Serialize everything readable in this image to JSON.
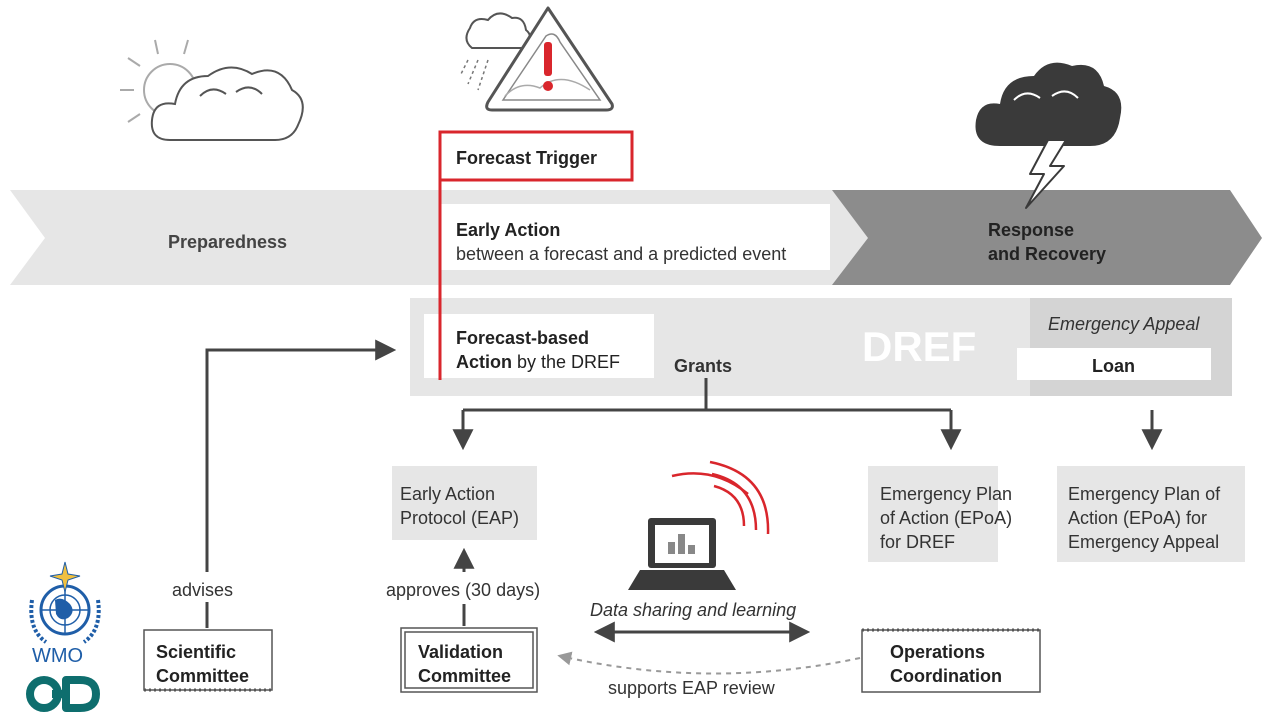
{
  "phases": {
    "preparedness": "Preparedness",
    "forecast_trigger": "Forecast Trigger",
    "early_action_title": "Early Action",
    "early_action_sub": "between a forecast and a predicted event",
    "response_line1": "Response",
    "response_line2": "and Recovery"
  },
  "dref": {
    "watermark": "DREF",
    "fba_line1": "Forecast-based",
    "fba_line2_bold": "Action",
    "fba_line2_rest": " by the DREF",
    "grants": "Grants",
    "emergency_appeal": "Emergency Appeal",
    "loan": "Loan"
  },
  "outputs": {
    "eap_line1": "Early Action",
    "eap_line2": "Protocol (EAP)",
    "epoa_dref_line1": "Emergency Plan",
    "epoa_dref_line2": "of Action (EPoA)",
    "epoa_dref_line3": "for DREF",
    "epoa_ea_line1": "Emergency Plan of",
    "epoa_ea_line2": "Action (EPoA) for",
    "epoa_ea_line3": "Emergency Appeal"
  },
  "committees": {
    "scientific_line1": "Scientific",
    "scientific_line2": "Committee",
    "validation_line1": "Validation",
    "validation_line2": "Committee",
    "operations_line1": "Operations",
    "operations_line2": "Coordination"
  },
  "relations": {
    "advises": "advises",
    "approves": "approves (30 days)",
    "data_sharing": "Data sharing and learning",
    "supports": "supports EAP review"
  },
  "logos": {
    "wmo": "WMO",
    "odi": "ODI"
  },
  "colors": {
    "red": "#d9262c",
    "band_light": "#e5e5e5",
    "band_dark": "#888888",
    "panel": "#e6e6e6",
    "teal": "#0e6e6e",
    "wmo_blue": "#1f5ea8"
  }
}
